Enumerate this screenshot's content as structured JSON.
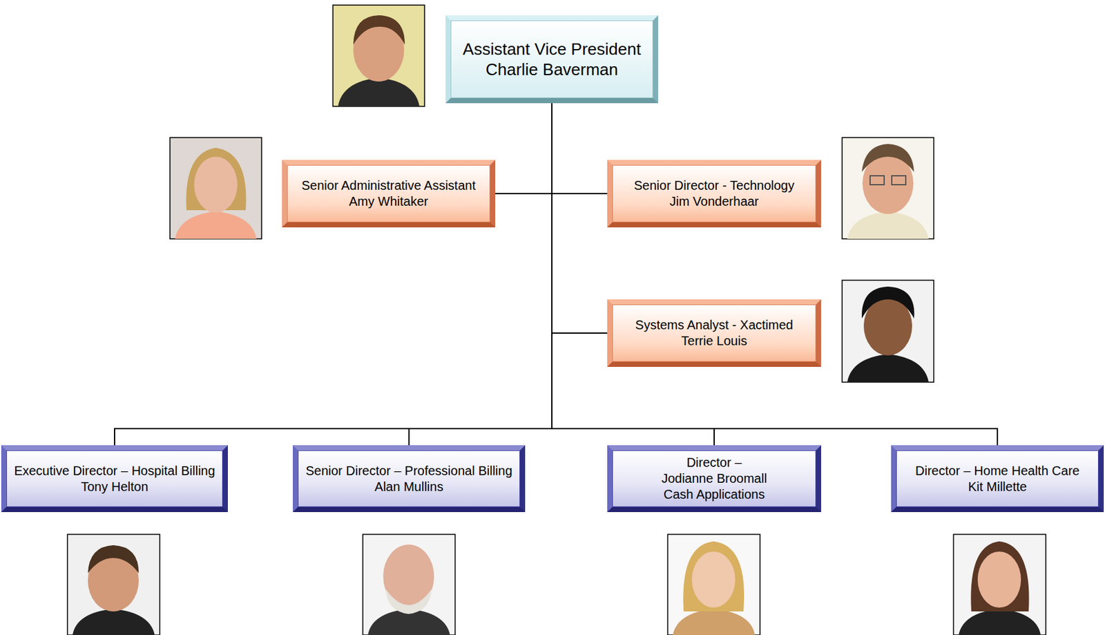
{
  "diagram": {
    "nodes": [
      {
        "text": [
          "Assistant Vice President",
          "Charlie Baverman"
        ]
      },
      {
        "text": [
          "Senior Administrative Assistant",
          "Amy Whitaker"
        ]
      },
      {
        "text": [
          "Senior Director - Technology",
          "Jim Vonderhaar"
        ]
      },
      {
        "text": [
          "Systems Analyst - Xactimed",
          "Terrie Louis"
        ]
      },
      {
        "text": [
          "Executive Director – Hospital Billing",
          "Tony Helton"
        ]
      },
      {
        "text": [
          "Senior Director – Professional Billing",
          "Alan Mullins"
        ]
      },
      {
        "text": [
          "Director –",
          "Jodianne Broomall",
          "Cash Applications"
        ]
      },
      {
        "text": [
          "Director – Home Health Care",
          "Kit Millette"
        ]
      }
    ],
    "edges": [
      {
        "from": 0,
        "to": 1,
        "arrow": "none"
      },
      {
        "from": 0,
        "to": 2,
        "arrow": "none"
      },
      {
        "from": 0,
        "to": 3,
        "arrow": "none"
      },
      {
        "from": 0,
        "to": 4,
        "arrow": "none"
      },
      {
        "from": 0,
        "to": 5,
        "arrow": "none"
      },
      {
        "from": 0,
        "to": 6,
        "arrow": "none"
      },
      {
        "from": 0,
        "to": 7,
        "arrow": "none"
      }
    ]
  }
}
